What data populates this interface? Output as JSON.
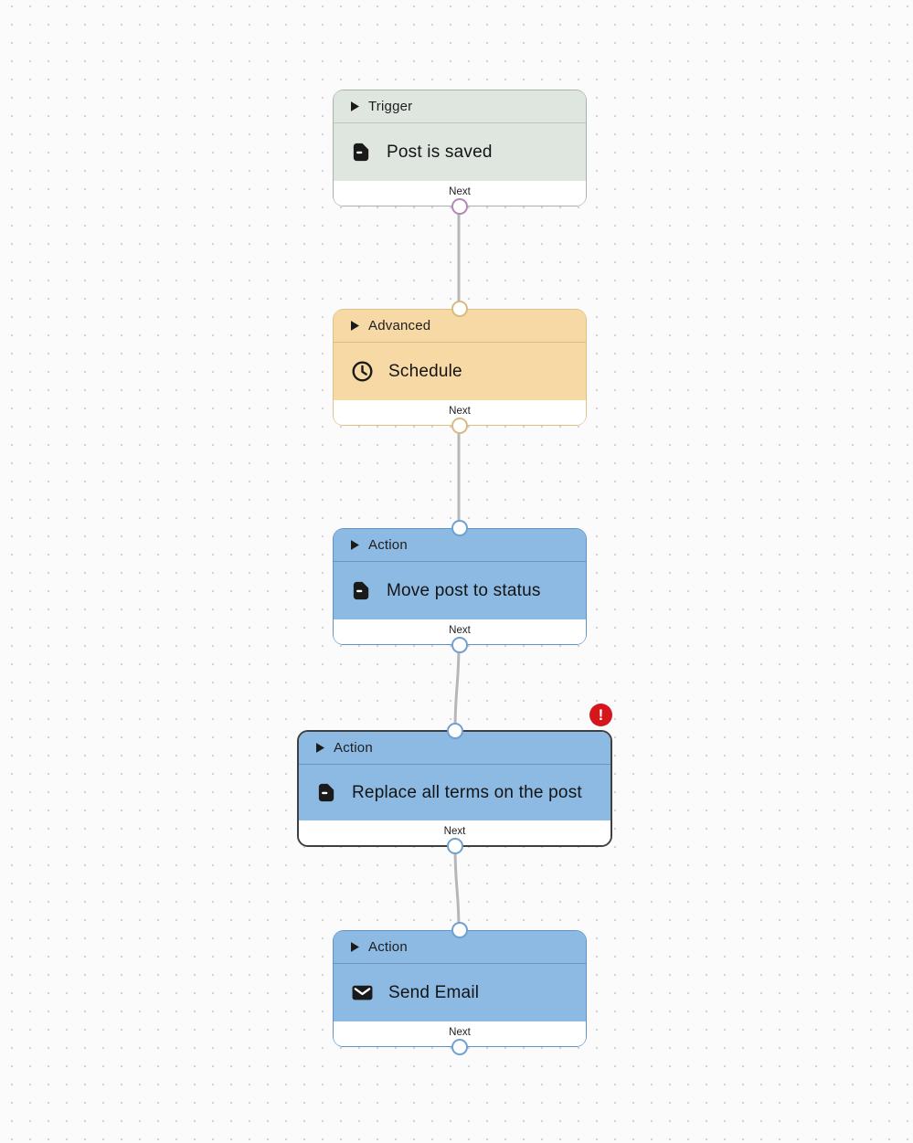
{
  "canvas": {
    "background_color": "#fbfbfc",
    "dot_color": "#d4d4d8",
    "connector_color": "#b7b7bb",
    "error_badge": {
      "label": "!",
      "color": "#d6161d"
    }
  },
  "nodes": [
    {
      "category": "Trigger",
      "title": "Post is saved",
      "footer_label": "Next",
      "icon": "document-icon",
      "selected": false,
      "has_error": false,
      "accent": {
        "fill": "#dfe6e0",
        "border": "#a8b2aa",
        "divider": "#bdc7bf",
        "port": "#b287b8"
      }
    },
    {
      "category": "Advanced",
      "title": "Schedule",
      "footer_label": "Next",
      "icon": "clock-icon",
      "selected": false,
      "has_error": false,
      "accent": {
        "fill": "#f6d9a4",
        "border": "#debf86",
        "divider": "#dcba7c",
        "port": "#d8ba82"
      }
    },
    {
      "category": "Action",
      "title": "Move post to status",
      "footer_label": "Next",
      "icon": "document-icon",
      "selected": false,
      "has_error": false,
      "accent": {
        "fill": "#8cbae2",
        "border": "#5e93c6",
        "divider": "#6d95bd",
        "port": "#6fa0cf"
      }
    },
    {
      "category": "Action",
      "title": "Replace all terms on the post",
      "footer_label": "Next",
      "icon": "document-icon",
      "selected": true,
      "has_error": true,
      "accent": {
        "fill": "#8cbae2",
        "border": "#3f3f3f",
        "divider": "#6d95bd",
        "port": "#6fa0cf"
      }
    },
    {
      "category": "Action",
      "title": "Send Email",
      "footer_label": "Next",
      "icon": "envelope-icon",
      "selected": false,
      "has_error": false,
      "accent": {
        "fill": "#8cbae2",
        "border": "#5e93c6",
        "divider": "#6d95bd",
        "port": "#6fa0cf"
      }
    }
  ]
}
